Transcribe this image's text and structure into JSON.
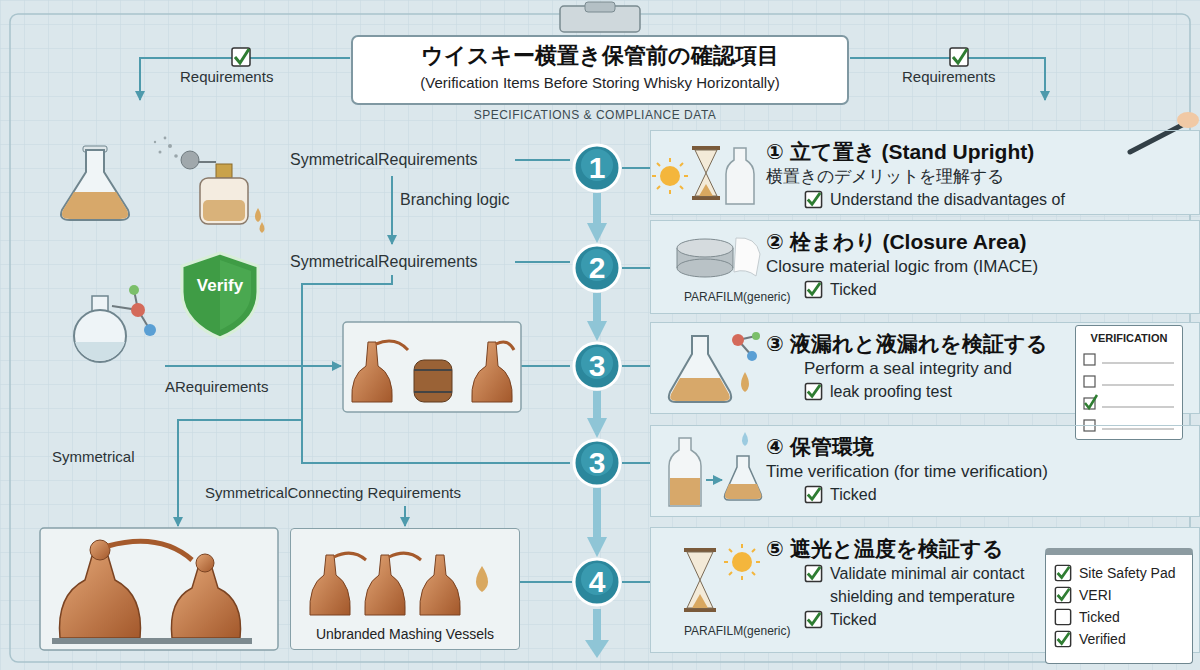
{
  "diagram": {
    "title": "ウイスキー横置き保管前の確認項目",
    "nodes": [
      {
        "text": [
          "1"
        ]
      },
      {
        "text": [
          "① 立て置き (Stand Upright)",
          "横置きのデメリットを理解する",
          "Understand the disadvantages of"
        ]
      },
      {
        "text": [
          "2"
        ]
      },
      {
        "text": [
          "② 栓まわり (Closure Area)",
          "Closure material logic from (IMACE)",
          "Ticked"
        ]
      },
      {
        "text": [
          "Verify"
        ]
      },
      {
        "text": [
          "3"
        ]
      },
      {
        "text": [
          "③ 液漏れと液漏れを検証する",
          "Perform a seal integrity and",
          "leak proofing test"
        ]
      },
      {
        "text": [
          "VERIFICATION"
        ]
      },
      {
        "text": [
          "3"
        ]
      },
      {
        "text": [
          "④ 保管環境",
          "Time verification (for time verification)",
          "Ticked"
        ]
      },
      {
        "text": [
          "Unbranded Mashing Vessels"
        ]
      },
      {
        "text": [
          "4"
        ]
      },
      {
        "text": [
          "⑤ 遮光と温度を検証する",
          "Validate minimal air contact shielding and temperature",
          "Ticked"
        ]
      },
      {
        "text": [
          "Site Safety Pad",
          "VERI",
          "Ticked",
          "Verified"
        ]
      }
    ],
    "edges": [
      {
        "from": 0,
        "to": 2,
        "arrow": "to"
      },
      {
        "from": 2,
        "to": 5,
        "arrow": "to"
      },
      {
        "from": 5,
        "to": 8,
        "arrow": "to"
      },
      {
        "from": 8,
        "to": 11,
        "arrow": "to"
      },
      {
        "from": 0,
        "to": 1,
        "arrow": "none"
      },
      {
        "from": 2,
        "to": 3,
        "arrow": "none"
      },
      {
        "from": 5,
        "to": 6,
        "arrow": "none"
      },
      {
        "from": 8,
        "to": 9,
        "arrow": "none"
      },
      {
        "from": 11,
        "to": 12,
        "arrow": "none"
      },
      {
        "from": 10,
        "to": 11,
        "arrow": "none"
      }
    ],
    "labels": [
      "(Verification Items Before Storing Whisky Horizontally)",
      "SPECIFICATIONS & COMPLIANCE DATA",
      "Requirements",
      "Requirements",
      "SymmetricalRequirements",
      "Branching logic",
      "SymmetricalRequirements",
      "ARequirements",
      "Symmetrical",
      "SymmetricalConnecting Requirements",
      "PARAFILM(generic)",
      "PARAFILM(generic)"
    ]
  }
}
